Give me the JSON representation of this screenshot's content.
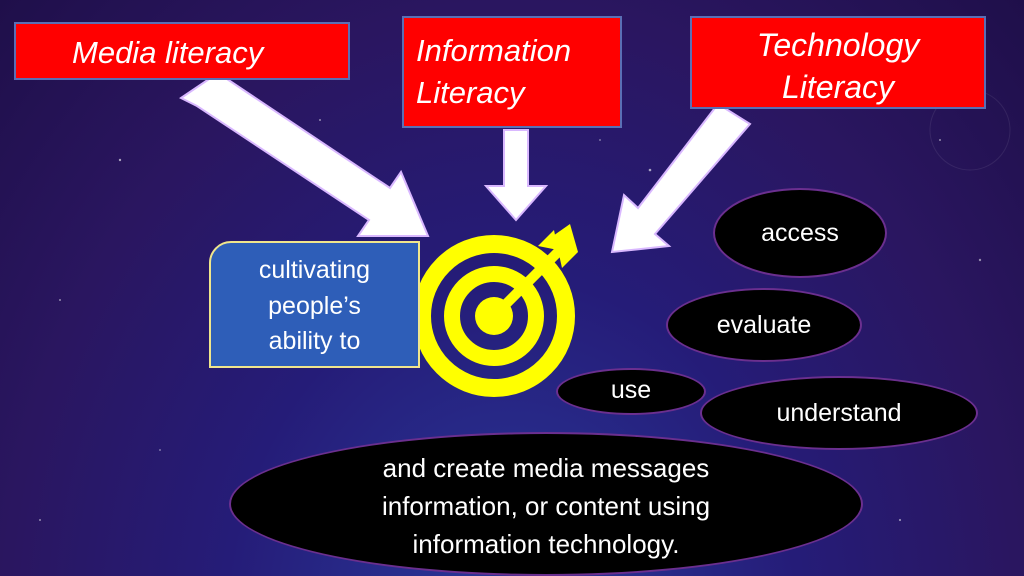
{
  "top_boxes": {
    "media": "Media literacy",
    "information": [
      "Information",
      "Literacy"
    ],
    "technology": [
      "Technology",
      "Literacy"
    ]
  },
  "center_box": [
    "cultivating",
    "people’s",
    "ability to"
  ],
  "verbs": {
    "access": "access",
    "evaluate": "evaluate",
    "use": "use",
    "understand": "understand"
  },
  "conclusion": [
    "and create media messages",
    "information, or content using",
    "information technology."
  ],
  "colors": {
    "box_red": "#ff0000",
    "center_box_blue": "#2e5eb8",
    "target_yellow": "#ffff00",
    "arrow_white": "#ffffff",
    "arrow_outline": "#d9b8ff",
    "oval_black": "#000000",
    "oval_border": "#6b2f8f"
  },
  "icons": [
    "target-icon",
    "dart-arrow-icon"
  ]
}
